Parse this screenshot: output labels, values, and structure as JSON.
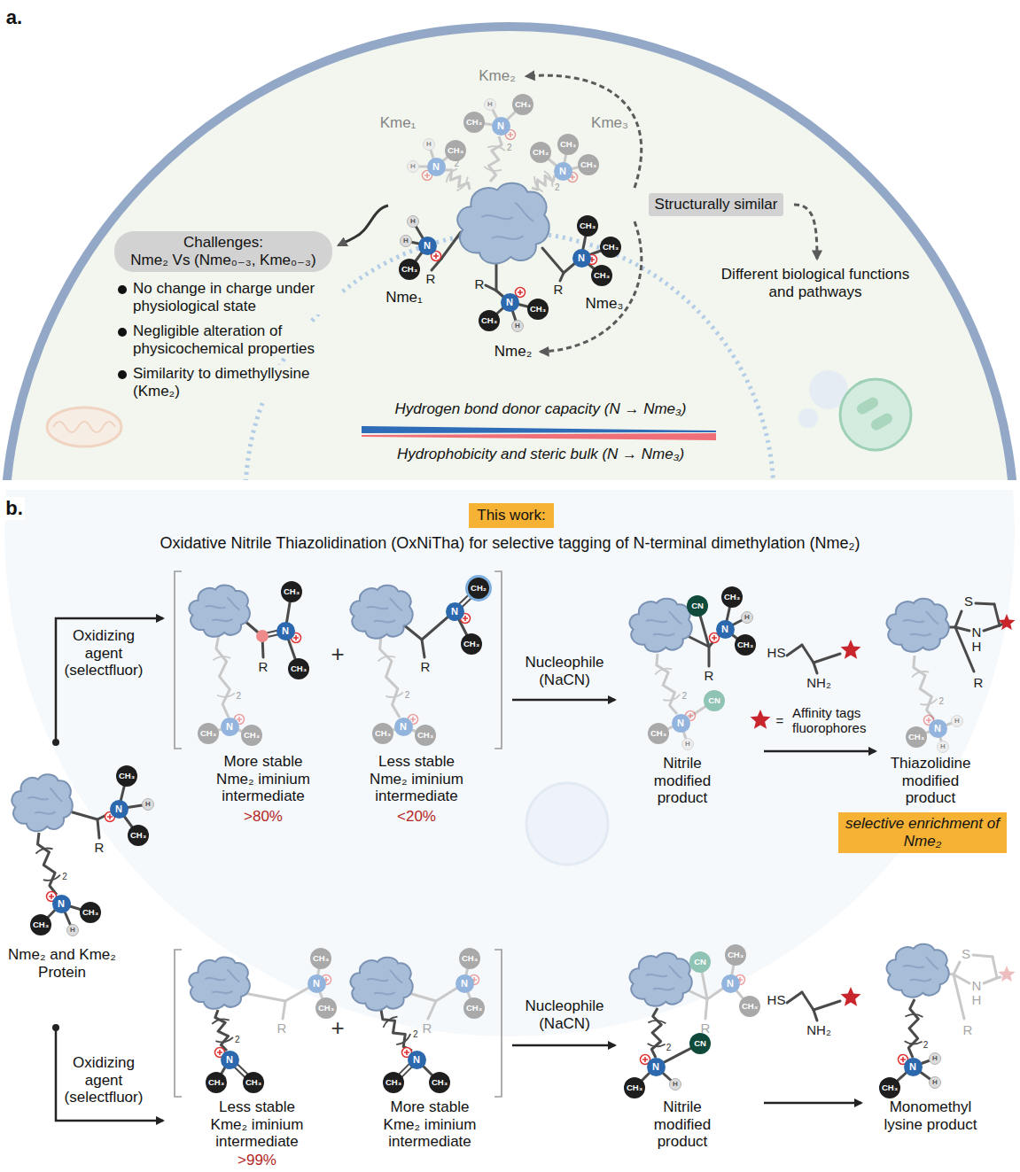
{
  "diagram": {
    "title": "Oxidative Nitrile Thiazolidination (OxNiTha) for selective tagging of N-terminal dimethylation (Nme₂)",
    "nodes": [
      {
        "text": [
          "Challenges:",
          "Nme₂ Vs (Nme₀₋₃, Kme₀₋₃)"
        ]
      },
      {
        "text": [
          "Structurally similar"
        ]
      },
      {
        "text": [
          "This work:"
        ]
      },
      {
        "text": [
          "selective enrichment of Nme₂"
        ]
      }
    ],
    "labels": [
      "a.",
      "Kme₂",
      "H",
      "CH₃",
      "CH₃",
      "N",
      "Kme₁",
      "H",
      "CH₃",
      "H",
      "N",
      "Kme₃",
      "CH₃",
      "CH₃",
      "CH₃",
      "N",
      "H",
      "H",
      "N",
      "CH₃",
      "Nme₁",
      "R",
      "CH₃",
      "CH₃",
      "N",
      "CH₃",
      "R",
      "Nme₃",
      "R",
      "N",
      "CH₃",
      "CH₃",
      "H",
      "Nme₂",
      "No change in charge under physiological state",
      "Negligible alteration of physicochemical properties",
      "Similarity to dimethyllysine (Kme₂)",
      "Different biological functions and pathways",
      "Hydrogen bond donor capacity (N → Nme₃)",
      "Hydrophobicity and steric bulk (N → Nme₃)",
      "b.",
      "Oxidizing agent (selectfluor)",
      "CH₃",
      "CH₃",
      "N",
      "R",
      "CH₃",
      "N",
      "CH₃",
      "More stable Nme₂ iminium intermediate",
      ">80%",
      "+",
      "CH₂",
      "N",
      "CH₃",
      "R",
      "CH₃",
      "N",
      "CH₃",
      "Less stable Nme₂ iminium intermediate",
      "<20%",
      "Nucleophile (NaCN)",
      "CN",
      "CH₃",
      "H",
      "N",
      "CH₃",
      "R",
      "CN",
      "CH₃",
      "N",
      "H",
      "Nitrile modified product",
      "HS",
      "NH₂",
      "=",
      "S",
      "N",
      "H",
      "R",
      "CH₃",
      "N",
      "H",
      "H",
      "Thiazolidine modified product",
      "CH₃",
      "H",
      "N",
      "CH₃",
      "R",
      "N",
      "CH₃",
      "CH₃",
      "H",
      "Nme₂ and Kme₂ Protein",
      "Oxidizing agent (selectfluor)",
      "CH₃",
      "N",
      "CH₃",
      "R",
      "N",
      "CH₃",
      "CH₃",
      "Less stable Kme₂ iminium intermediate",
      ">99%",
      "+",
      "CH₃",
      "N",
      "CH₃",
      "R",
      "N",
      "CH₃",
      "CH₃",
      "More stable Kme₂ iminium intermediate",
      "Nucleophile (NaCN)",
      "CN",
      "CH₃",
      "N",
      "CH₃",
      "R",
      "CN",
      "N",
      "CH₃",
      "H",
      "Nitrile modified product",
      "HS",
      "NH₂",
      "S",
      "N",
      "H",
      "R",
      "N",
      "CH₃",
      "H",
      "H",
      "Monomethyl lysine product",
      "2",
      "2",
      "2",
      "2",
      "2",
      "2",
      "2",
      "2",
      "2",
      "2",
      "2",
      "2"
    ],
    "legend": [
      {
        "text": "Affinity tags fluorophores"
      }
    ]
  }
}
